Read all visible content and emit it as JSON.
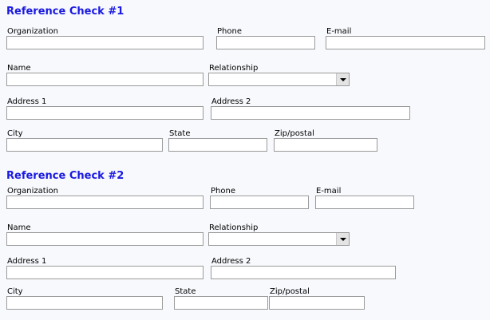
{
  "page": {
    "background_color": "#f7f9fc",
    "heading_color": "#1a1ae0",
    "field_border_color": "#9a9a9a"
  },
  "sections": [
    {
      "heading": "Reference Check #1",
      "fields": {
        "organization": {
          "label": "Organization",
          "value": "",
          "placeholder": ""
        },
        "phone": {
          "label": "Phone",
          "value": "",
          "placeholder": ""
        },
        "email": {
          "label": "E-mail",
          "value": "",
          "placeholder": ""
        },
        "name": {
          "label": "Name",
          "value": "",
          "placeholder": ""
        },
        "relationship": {
          "label": "Relationship",
          "value": "",
          "options": [
            ""
          ]
        },
        "address1": {
          "label": "Address 1",
          "value": "",
          "placeholder": ""
        },
        "address2": {
          "label": "Address 2",
          "value": "",
          "placeholder": ""
        },
        "city": {
          "label": "City",
          "value": "",
          "placeholder": ""
        },
        "state": {
          "label": "State",
          "value": "",
          "placeholder": ""
        },
        "zip": {
          "label": "Zip/postal",
          "value": "",
          "placeholder": ""
        }
      }
    },
    {
      "heading": "Reference Check #2",
      "fields": {
        "organization": {
          "label": "Organization",
          "value": "",
          "placeholder": ""
        },
        "phone": {
          "label": "Phone",
          "value": "",
          "placeholder": ""
        },
        "email": {
          "label": "E-mail",
          "value": "",
          "placeholder": ""
        },
        "name": {
          "label": "Name",
          "value": "",
          "placeholder": ""
        },
        "relationship": {
          "label": "Relationship",
          "value": "",
          "options": [
            ""
          ]
        },
        "address1": {
          "label": "Address 1",
          "value": "",
          "placeholder": ""
        },
        "address2": {
          "label": "Address 2",
          "value": "",
          "placeholder": ""
        },
        "city": {
          "label": "City",
          "value": "",
          "placeholder": ""
        },
        "state": {
          "label": "State",
          "value": "",
          "placeholder": ""
        },
        "zip": {
          "label": "Zip/postal",
          "value": "",
          "placeholder": ""
        }
      }
    }
  ]
}
